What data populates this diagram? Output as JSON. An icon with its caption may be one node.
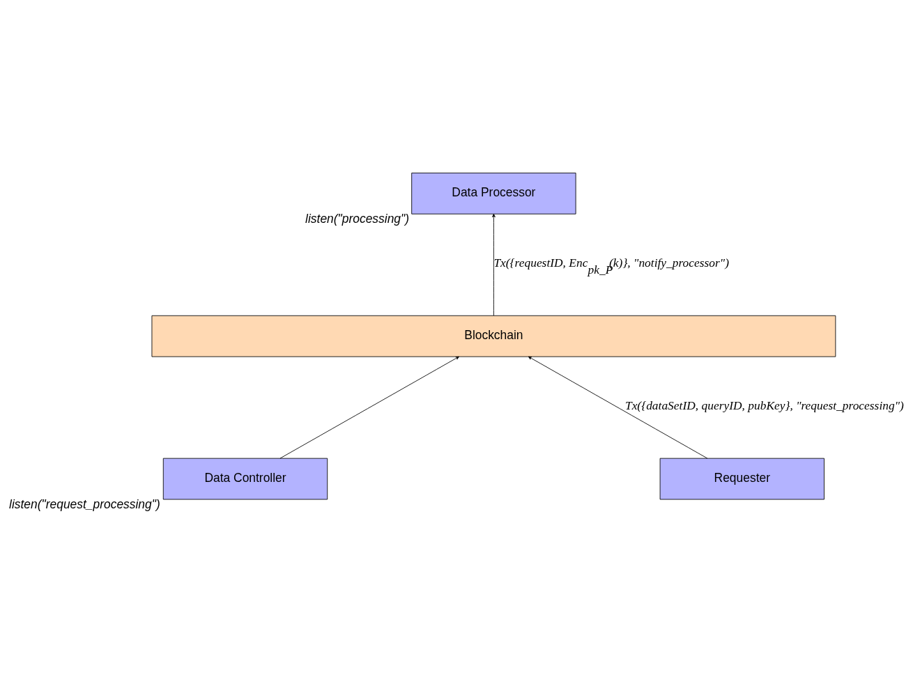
{
  "diagram": {
    "nodes": [
      {
        "text": [
          "Data Processor"
        ],
        "beside": [
          "listen(\"processing\")"
        ]
      },
      {
        "text": [
          "Blockchain"
        ]
      },
      {
        "text": [
          "Data Controller"
        ],
        "beside": [
          "listen(\"request_processing\")"
        ]
      },
      {
        "text": [
          "Requester"
        ]
      }
    ],
    "edges": [
      {
        "from": 1,
        "to": 0,
        "arrow": "to",
        "label": "Tx({requestID, Enc$_{pk_P}$(k)}, \"notify_processor\")"
      },
      {
        "from": 2,
        "to": 1,
        "arrow": "to"
      },
      {
        "from": 3,
        "to": 1,
        "arrow": "to",
        "label": "Tx({dataSetID, queryID, pubKey}, \"request_processing\")"
      }
    ]
  }
}
